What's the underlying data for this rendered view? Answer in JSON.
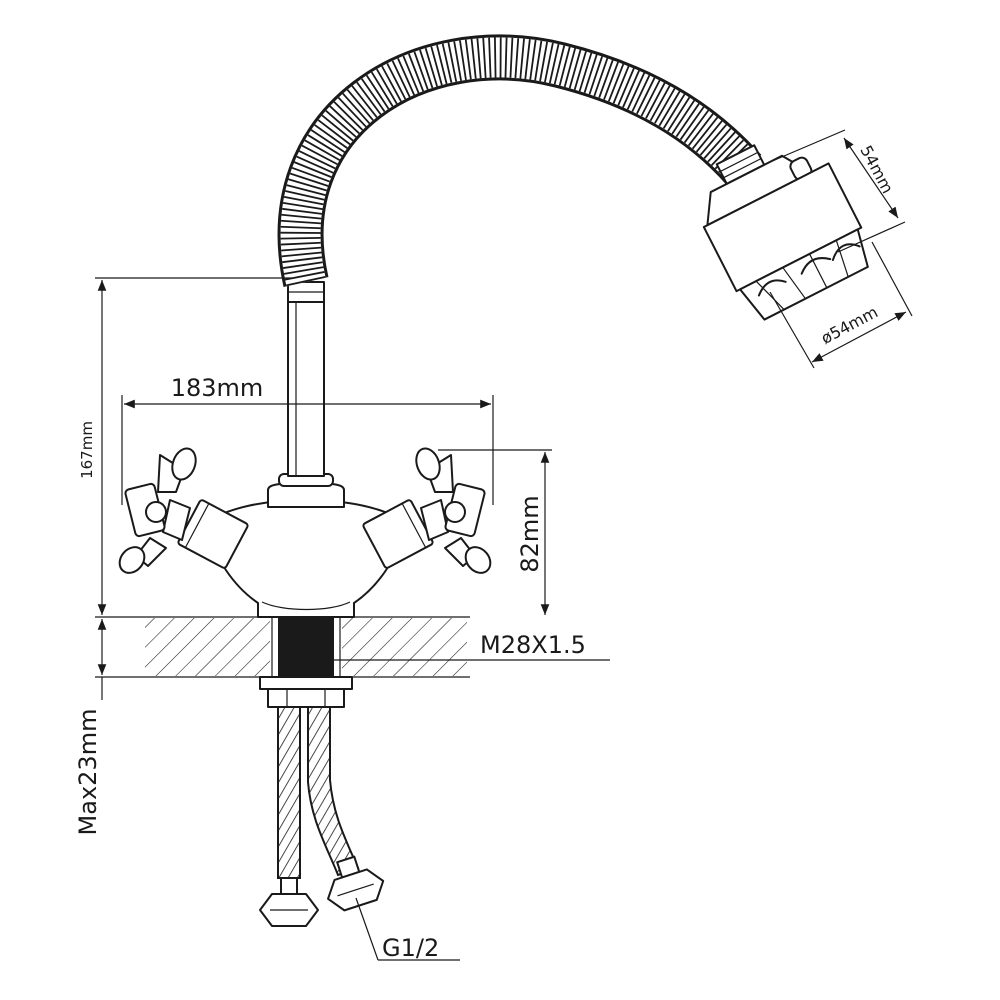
{
  "dimensions": {
    "width_label": "183mm",
    "height_label": "167mm",
    "body_height_label": "82mm",
    "head_height_label": "54mm",
    "head_diameter_label": "ø54mm",
    "thread_label": "M28X1.5",
    "max_thickness_label": "Max23mm",
    "connection_label": "G1/2"
  },
  "colors": {
    "line": "#1a1a1a",
    "background": "#ffffff"
  }
}
